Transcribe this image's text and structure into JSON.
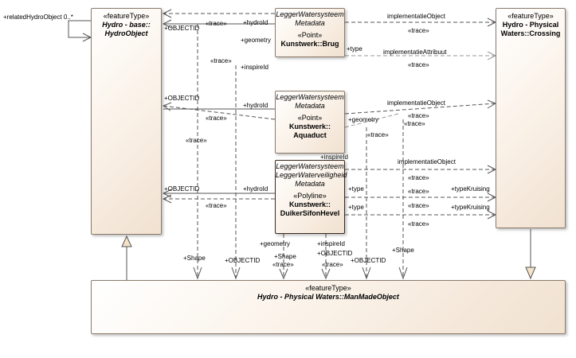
{
  "classes": {
    "hydro_object": {
      "stereotype": "«featureType»",
      "name": "Hydro - base::",
      "name2": "HydroObject"
    },
    "crossing": {
      "stereotype": "«featureType»",
      "name": "Hydro - Physical",
      "name2": "Waters::Crossing"
    },
    "man_made": {
      "stereotype": "«featureType»",
      "name": "Hydro - Physical Waters::ManMadeObject"
    },
    "brug": {
      "package": "LeggerWatersysteem",
      "tag": "Metadata",
      "stereotype": "«Point»",
      "name": "Kunstwerk::Brug"
    },
    "aquaduct": {
      "package": "LeggerWatersysteem",
      "tag": "Metadata",
      "stereotype": "«Point»",
      "name": "Kunstwerk::",
      "name2": "Aquaduct"
    },
    "duiker": {
      "package": "LeggerWatersysteem",
      "package2": "LeggerWaterveiligheid",
      "tag": "Metadata",
      "stereotype": "«Polyline»",
      "name": "Kunstwerk::",
      "name2": "DuikerSifonHevel"
    }
  },
  "labels": {
    "related": "+relatedHydroObject 0..*",
    "objectid": "+OBJECTID",
    "trace": "«trace»",
    "hydroid": "+hydroId",
    "geometry": "+geometry",
    "inspireid": "+inspireId",
    "type": "+type",
    "impl_object": "implementatieObject",
    "impl_attribuut": "implementatieAttribuut",
    "type_kruising": "+typeKruising",
    "shape": "+Shape"
  }
}
